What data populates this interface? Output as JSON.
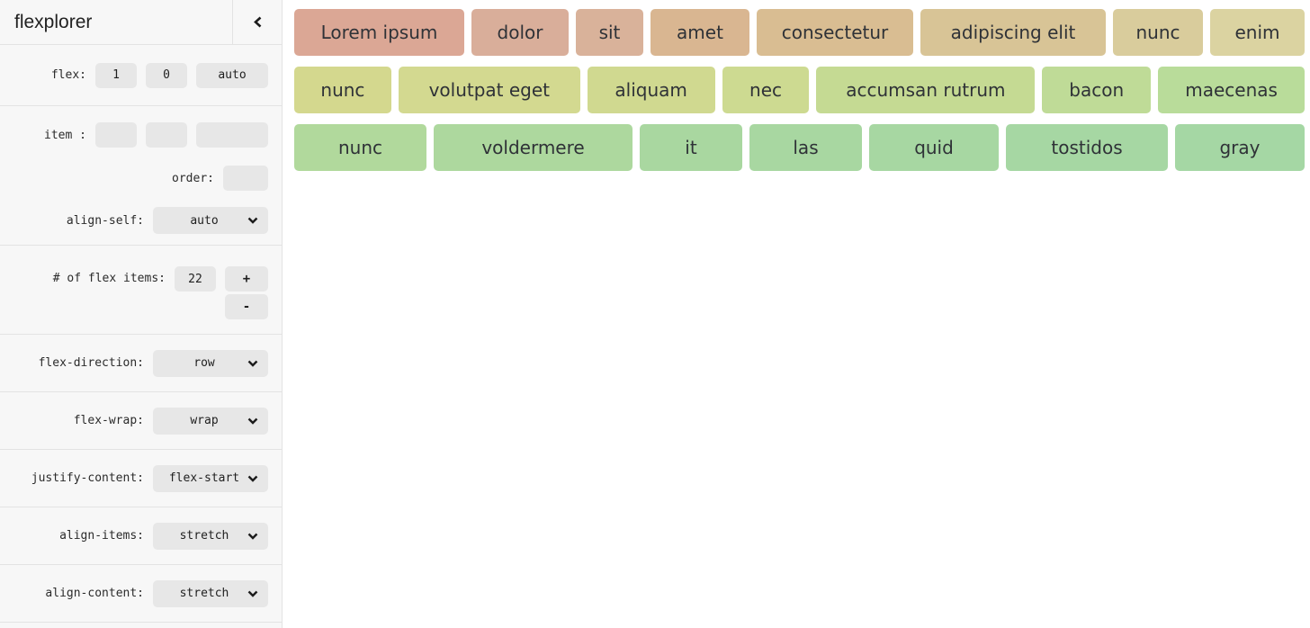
{
  "app": {
    "title": "flexplorer"
  },
  "sidebar": {
    "flex_row": {
      "label": "flex:",
      "values": [
        "1",
        "0",
        "auto"
      ]
    },
    "item_row": {
      "label": "item :",
      "values": [
        "",
        "",
        ""
      ]
    },
    "order_row": {
      "label": "order:",
      "value": ""
    },
    "align_self": {
      "label": "align-self:",
      "value": "auto"
    },
    "num_items": {
      "label": "# of flex items:",
      "value": "22",
      "increment": "+",
      "decrement": "-"
    },
    "selects": [
      {
        "label": "flex-direction:",
        "value": "row"
      },
      {
        "label": "flex-wrap:",
        "value": "wrap"
      },
      {
        "label": "justify-content:",
        "value": "flex-start"
      },
      {
        "label": "align-items:",
        "value": "stretch"
      },
      {
        "label": "align-content:",
        "value": "stretch"
      }
    ]
  },
  "main": {
    "items": [
      {
        "label": "Lorem ipsum",
        "color": "#dba795",
        "basis": 182
      },
      {
        "label": "dolor",
        "color": "#d9ae9a",
        "basis": 101
      },
      {
        "label": "sit",
        "color": "#d9b29a",
        "basis": 68
      },
      {
        "label": "amet",
        "color": "#d9b691",
        "basis": 103
      },
      {
        "label": "consectetur",
        "color": "#d9bd92",
        "basis": 167
      },
      {
        "label": "adipiscing elit",
        "color": "#d8c496",
        "basis": 199
      },
      {
        "label": "nunc",
        "color": "#d9cc9c",
        "basis": 93
      },
      {
        "label": "enim",
        "color": "#dbd3a1",
        "basis": 98
      },
      {
        "label": "nunc",
        "color": "#d4d88e",
        "basis": 102
      },
      {
        "label": "volutpat eget",
        "color": "#d3d990",
        "basis": 196
      },
      {
        "label": "aliquam",
        "color": "#d0d990",
        "basis": 136
      },
      {
        "label": "nec",
        "color": "#cdda91",
        "basis": 91
      },
      {
        "label": "accumsan rutrum",
        "color": "#c5da93",
        "basis": 237
      },
      {
        "label": "bacon",
        "color": "#bfdb97",
        "basis": 115
      },
      {
        "label": "maecenas",
        "color": "#b9dc9a",
        "basis": 157
      },
      {
        "label": "nunc",
        "color": "#b1d99c",
        "basis": 141
      },
      {
        "label": "voldermere",
        "color": "#add89e",
        "basis": 215
      },
      {
        "label": "it",
        "color": "#a9d7a0",
        "basis": 108
      },
      {
        "label": "las",
        "color": "#a8d7a1",
        "basis": 119
      },
      {
        "label": "quid",
        "color": "#a7d7a2",
        "basis": 138
      },
      {
        "label": "tostidos",
        "color": "#a6d7a3",
        "basis": 174
      },
      {
        "label": "gray",
        "color": "#a5d7a4",
        "basis": 138
      }
    ]
  },
  "colors": {
    "sidebar_bg": "#f7f7f7",
    "control_bg": "#e7e7e7",
    "divider": "#e3e3e3",
    "item_text": "#2f3237"
  }
}
